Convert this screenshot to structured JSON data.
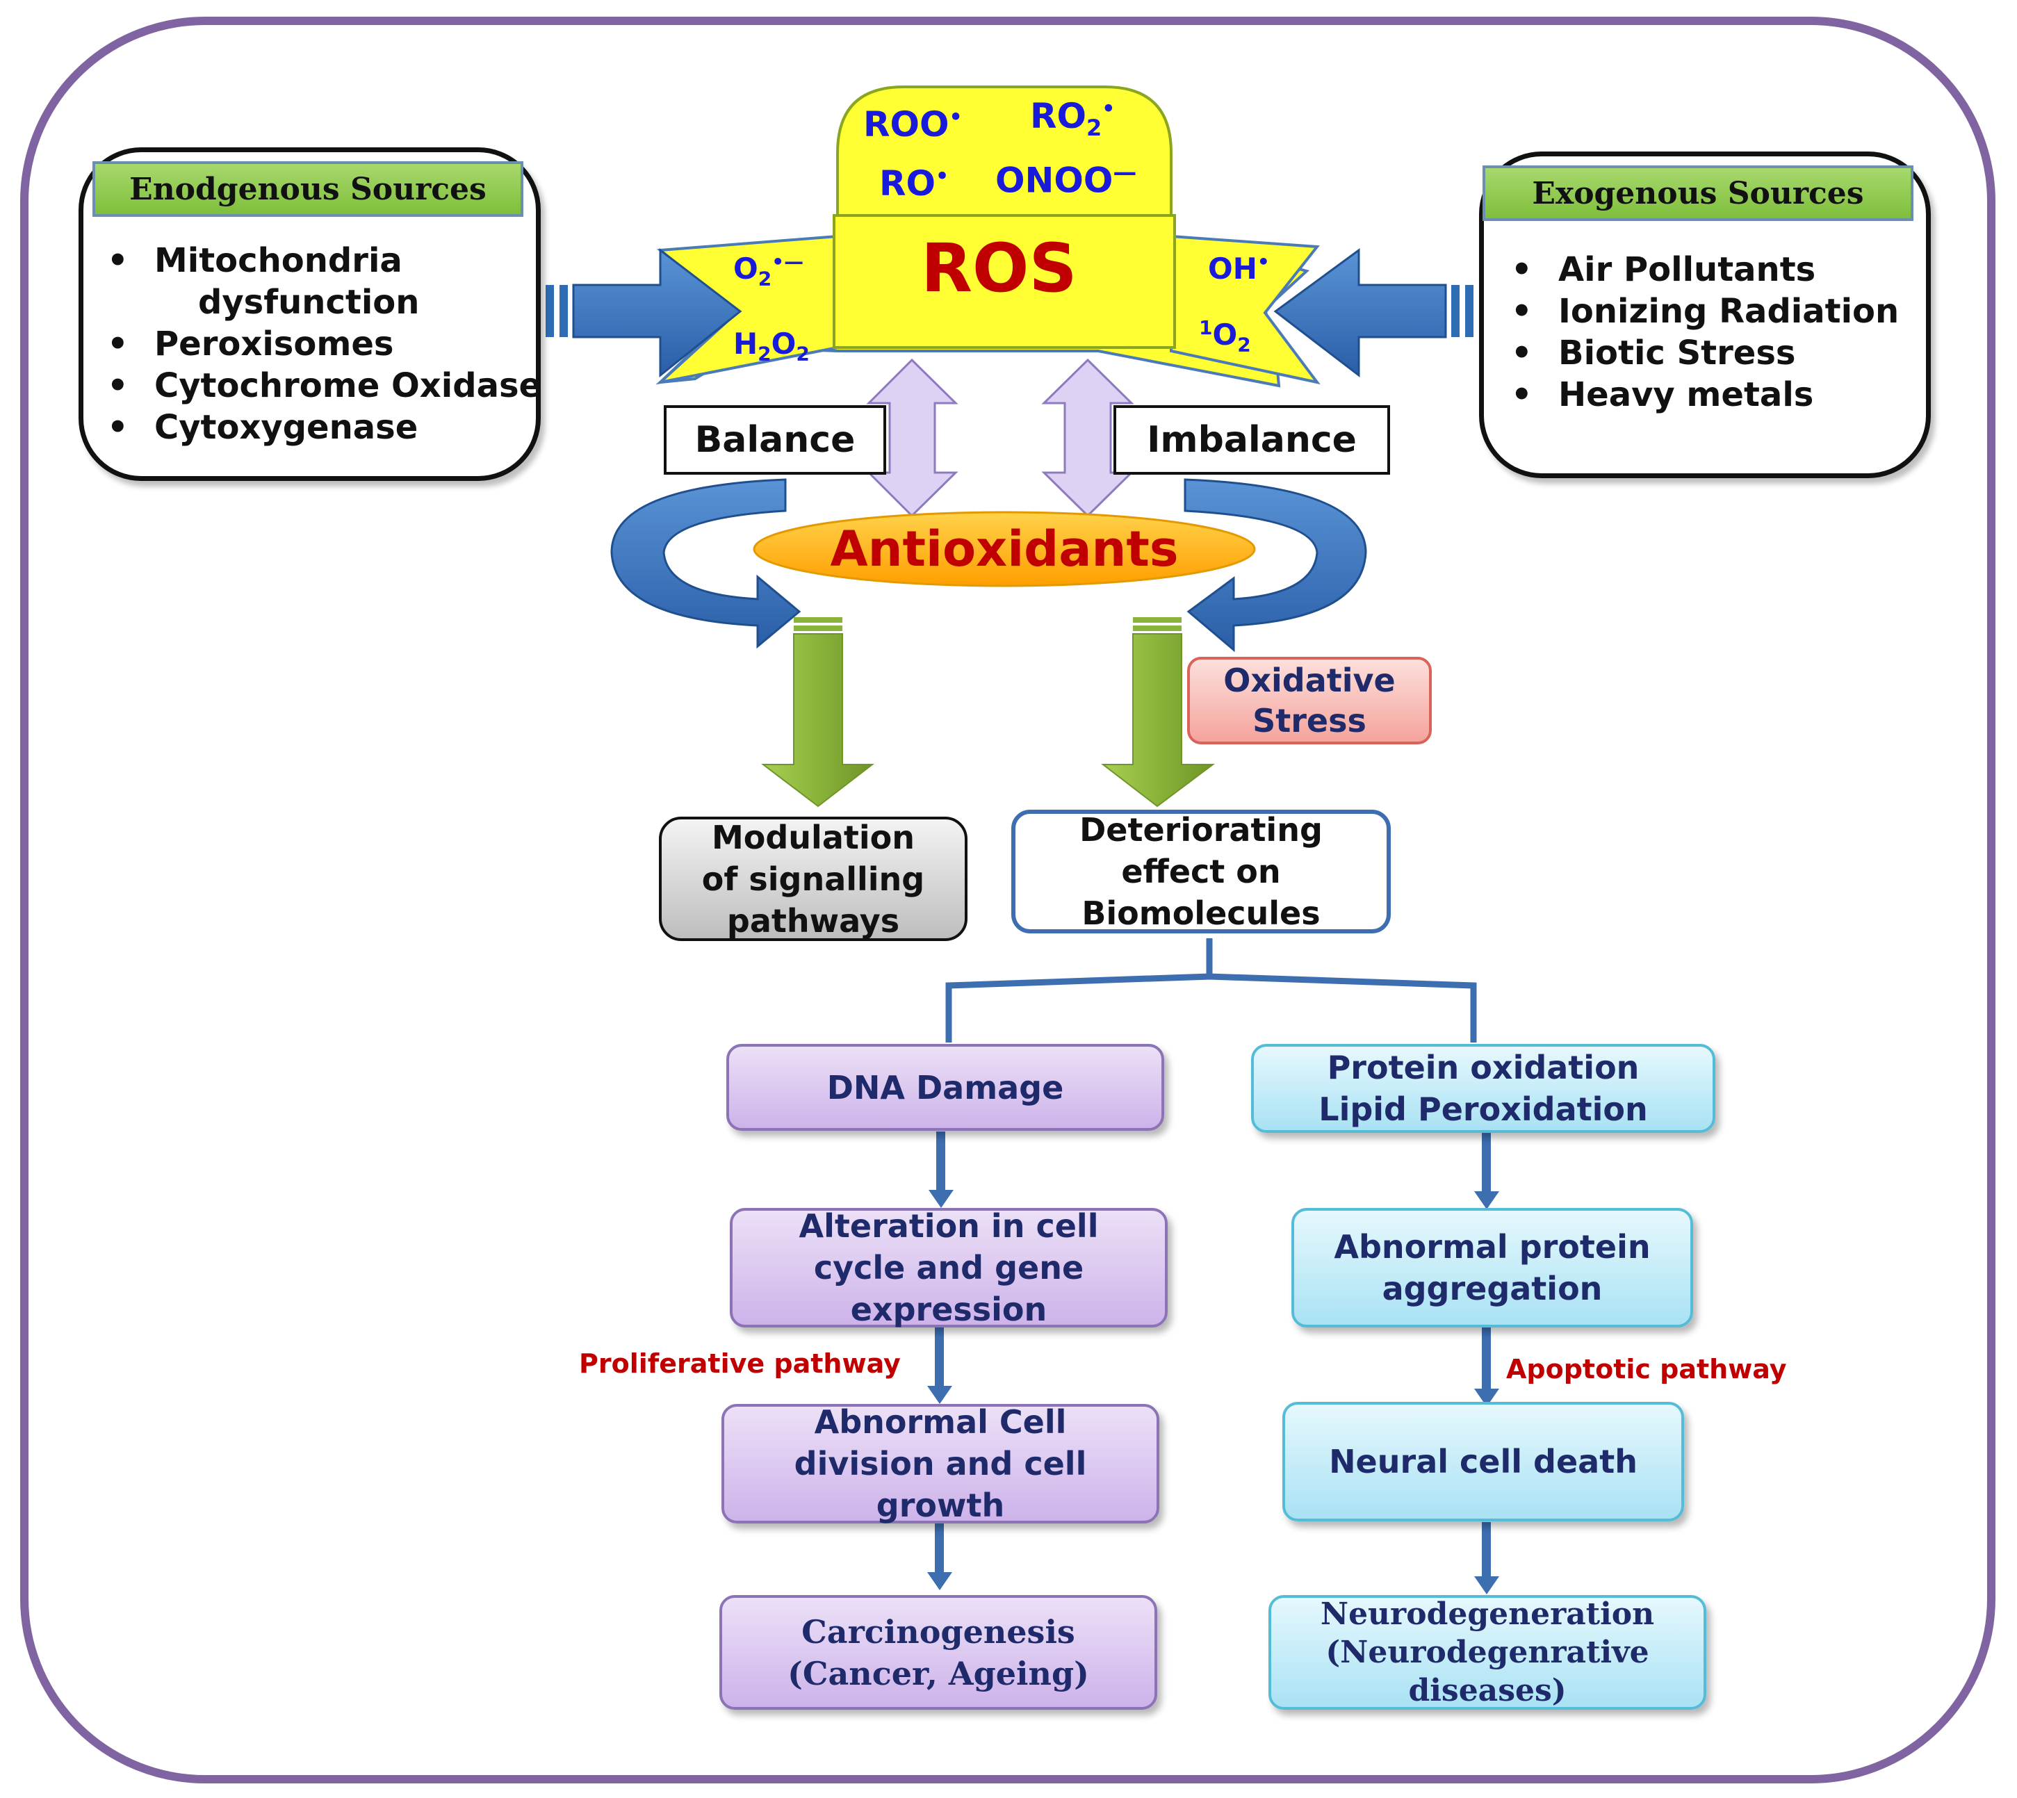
{
  "endogenous": {
    "title": "Enodgenous Sources",
    "items": [
      "Mitochondria",
      "dysfunction",
      "Peroxisomes",
      "Cytochrome Oxidase",
      "Cytoxygenase"
    ]
  },
  "exogenous": {
    "title": "Exogenous Sources",
    "items": [
      "Air Pollutants",
      "Ionizing Radiation",
      "Biotic Stress",
      "Heavy metals"
    ]
  },
  "bullet": "•",
  "ros": {
    "label": "ROS",
    "species": {
      "roo": "ROO",
      "ro2": "RO",
      "ro": "RO",
      "onoo": "ONOO",
      "o2": "O",
      "h2o2_h": "H",
      "h2o2_o": "O",
      "oh": "OH",
      "singlet_sup": "1",
      "singlet_o": "O",
      "sub2": "2",
      "radical": "•",
      "minus": "—"
    }
  },
  "balance": "Balance",
  "imbalance": "Imbalance",
  "antioxidants": "Antioxidants",
  "oxidative_stress": [
    "Oxidative",
    "Stress"
  ],
  "modulation": [
    "Modulation",
    "of signalling",
    "pathways"
  ],
  "deteriorating": [
    "Deteriorating",
    "effect on",
    "Biomolecules"
  ],
  "left_chain": {
    "dna": "DNA Damage",
    "alteration": [
      "Alteration in cell",
      "cycle and gene",
      "expression"
    ],
    "pathway": "Proliferative pathway",
    "abnormal": [
      "Abnormal Cell",
      "division and cell",
      "growth"
    ],
    "carcinogenesis": [
      "Carcinogenesis",
      "(Cancer, Ageing)"
    ]
  },
  "right_chain": {
    "protein": [
      "Protein oxidation",
      "Lipid Peroxidation"
    ],
    "aggregation": [
      "Abnormal protein",
      "aggregation"
    ],
    "pathway": "Apoptotic pathway",
    "death": "Neural cell death",
    "neuro": [
      "Neurodegeneration",
      "(Neurodegenrative",
      "diseases)"
    ]
  },
  "colors": {
    "frame": "#8064a2",
    "ros_yellow": "#ffff33",
    "ros_red": "#c00000",
    "species_blue": "#1a1adb",
    "blue_arrow": "#2e6db4",
    "green_arrow": "#8ab33a",
    "lavender_arrow": "#d8ccf0",
    "antioxidant_orange": "#ffb000",
    "pathway_red": "#c00000"
  }
}
